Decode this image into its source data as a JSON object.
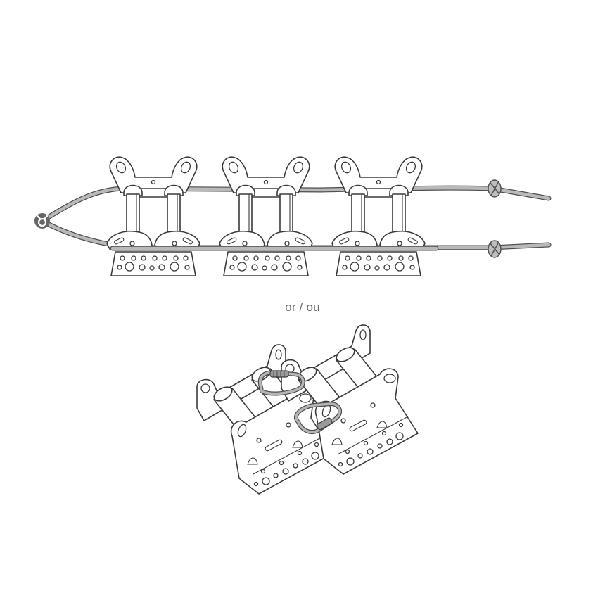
{
  "figure": {
    "top_config": {
      "description": "Three twin-roller foot units threaded on a doubled cord",
      "units": 3,
      "end_connector": "cord-clamp",
      "knots": 2
    },
    "separator": {
      "caption": "or / ou"
    },
    "bottom_config": {
      "description": "Two foot units linked by carabiners",
      "units": 2,
      "links": 2
    },
    "colors": {
      "line": "#3a3a3a",
      "cord": "#b9b9b9",
      "caption": "#6a6a6a",
      "background": "#ffffff"
    }
  }
}
